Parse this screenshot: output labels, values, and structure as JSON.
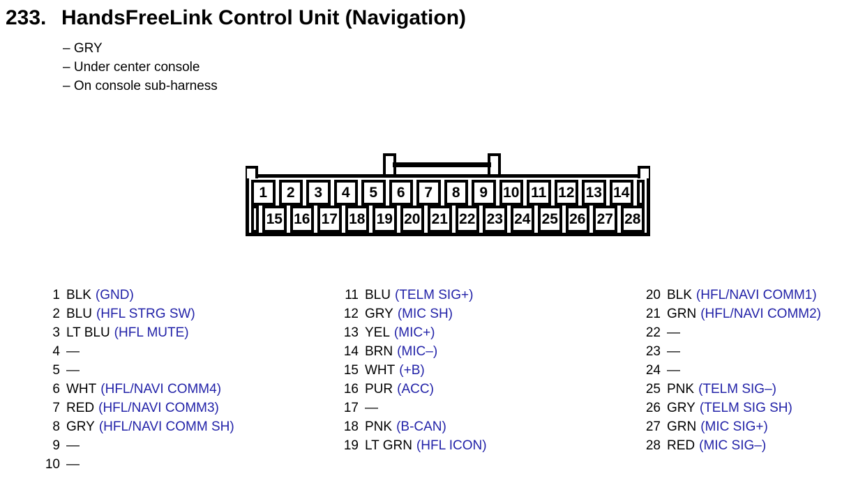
{
  "page": {
    "title_number": "233.",
    "title": "HandsFreeLink Control Unit (Navigation)",
    "notes": [
      "– GRY",
      "– Under center console",
      "– On console sub-harness"
    ]
  },
  "colors": {
    "signal_blue": "#2222a8",
    "text_black": "#000000",
    "background": "#ffffff"
  },
  "connector": {
    "top_row": [
      "1",
      "2",
      "3",
      "4",
      "5",
      "6",
      "7",
      "8",
      "9",
      "10",
      "11",
      "12",
      "13",
      "14"
    ],
    "bottom_row": [
      "15",
      "16",
      "17",
      "18",
      "19",
      "20",
      "21",
      "22",
      "23",
      "24",
      "25",
      "26",
      "27",
      "28"
    ]
  },
  "pin_list": {
    "columns": [
      {
        "rows": [
          {
            "pin": "1",
            "wire": "BLK",
            "signal": "(GND)"
          },
          {
            "pin": "2",
            "wire": "BLU",
            "signal": "(HFL STRG SW)"
          },
          {
            "pin": "3",
            "wire": "LT BLU",
            "signal": "(HFL MUTE)"
          },
          {
            "pin": "4",
            "wire": "—",
            "signal": ""
          },
          {
            "pin": "5",
            "wire": "—",
            "signal": ""
          },
          {
            "pin": "6",
            "wire": "WHT",
            "signal": "(HFL/NAVI COMM4)"
          },
          {
            "pin": "7",
            "wire": "RED",
            "signal": "(HFL/NAVI COMM3)"
          },
          {
            "pin": "8",
            "wire": "GRY",
            "signal": "(HFL/NAVI COMM SH)"
          },
          {
            "pin": "9",
            "wire": "—",
            "signal": ""
          },
          {
            "pin": "10",
            "wire": "—",
            "signal": ""
          }
        ]
      },
      {
        "rows": [
          {
            "pin": "11",
            "wire": "BLU",
            "signal": "(TELM SIG+)"
          },
          {
            "pin": "12",
            "wire": "GRY",
            "signal": "(MIC SH)"
          },
          {
            "pin": "13",
            "wire": "YEL",
            "signal": "(MIC+)"
          },
          {
            "pin": "14",
            "wire": "BRN",
            "signal": "(MIC–)"
          },
          {
            "pin": "15",
            "wire": "WHT",
            "signal": "(+B)"
          },
          {
            "pin": "16",
            "wire": "PUR",
            "signal": "(ACC)"
          },
          {
            "pin": "17",
            "wire": "—",
            "signal": ""
          },
          {
            "pin": "18",
            "wire": "PNK",
            "signal": "(B-CAN)"
          },
          {
            "pin": "19",
            "wire": "LT GRN",
            "signal": "(HFL ICON)"
          }
        ]
      },
      {
        "rows": [
          {
            "pin": "20",
            "wire": "BLK",
            "signal": "(HFL/NAVI COMM1)"
          },
          {
            "pin": "21",
            "wire": "GRN",
            "signal": "(HFL/NAVI COMM2)"
          },
          {
            "pin": "22",
            "wire": "—",
            "signal": ""
          },
          {
            "pin": "23",
            "wire": "—",
            "signal": ""
          },
          {
            "pin": "24",
            "wire": "—",
            "signal": ""
          },
          {
            "pin": "25",
            "wire": "PNK",
            "signal": "(TELM SIG–)"
          },
          {
            "pin": "26",
            "wire": "GRY",
            "signal": "(TELM SIG SH)"
          },
          {
            "pin": "27",
            "wire": "GRN",
            "signal": "(MIC SIG+)"
          },
          {
            "pin": "28",
            "wire": "RED",
            "signal": "(MIC SIG–)"
          }
        ]
      }
    ]
  }
}
